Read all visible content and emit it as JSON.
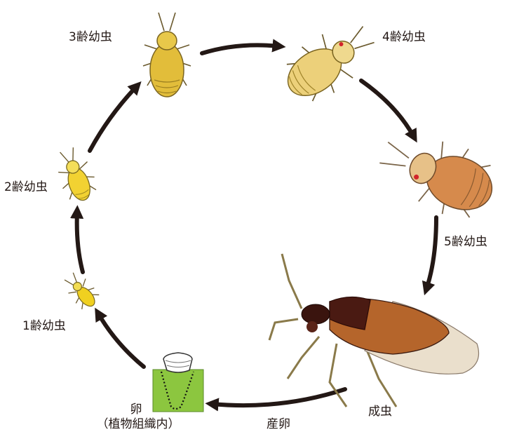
{
  "diagram": {
    "stages": {
      "instar1": "1齢幼虫",
      "instar2": "2齢幼虫",
      "instar3": "3齢幼虫",
      "instar4": "4齢幼虫",
      "instar5": "5齢幼虫",
      "adult": "成虫",
      "egg": "卵",
      "egg_note": "（植物組織内）",
      "oviposition": "産卵"
    },
    "colors": {
      "arrow": "#231815",
      "nymph_yellow": "#e6c23a",
      "nymph_light": "#f2dc72",
      "nymph_orange_tan": "#e7c188",
      "adult_brown": "#4a1a12",
      "adult_wing": "#b5652b",
      "adult_membrane": "#eadfcc",
      "leaf_green": "#8cc63f"
    }
  }
}
